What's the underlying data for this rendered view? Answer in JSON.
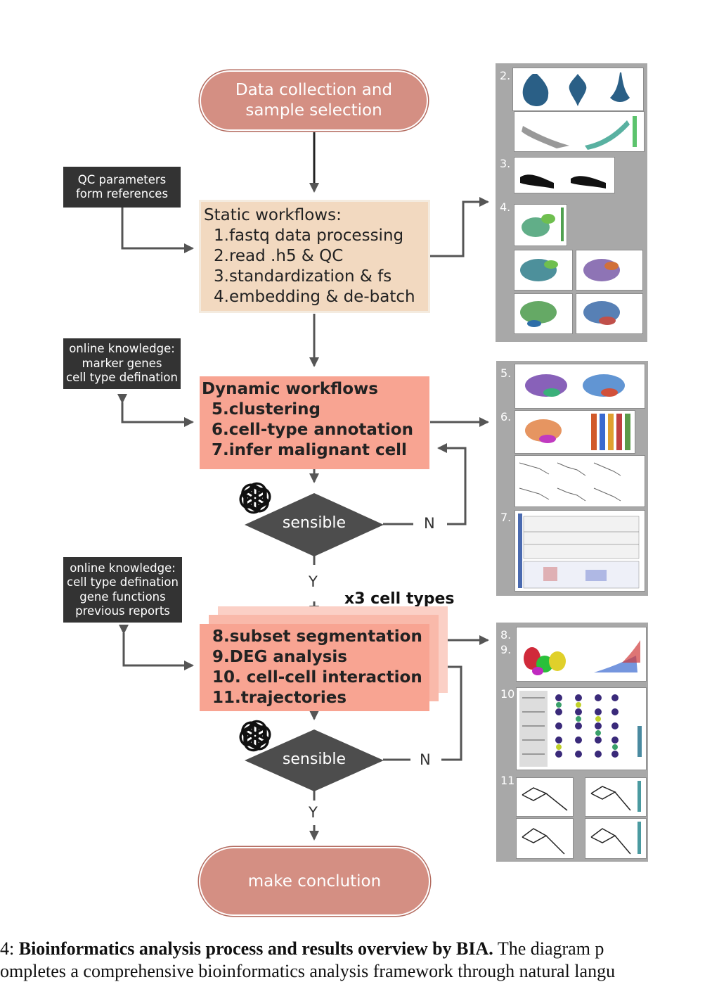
{
  "start_node": {
    "line1": "Data collection and",
    "line2": "sample selection"
  },
  "qc_box": {
    "line1": "QC parameters",
    "line2": "form references"
  },
  "static_box": {
    "title": "Static workflows:",
    "steps": [
      "1.fastq data processing",
      "2.read .h5 & QC",
      "3.standardization & fs",
      "4.embedding & de-batch"
    ]
  },
  "online_box_1": {
    "lines": [
      "online knowledge:",
      "marker genes",
      "cell type defination"
    ]
  },
  "dynamic_box": {
    "title": "Dynamic workflows",
    "steps": [
      "5.clustering",
      "6.cell-type annotation",
      "7.infer malignant cell"
    ]
  },
  "decision_1": {
    "label": "sensible",
    "no": "N",
    "yes": "Y"
  },
  "online_box_2": {
    "lines": [
      "online knowledge:",
      "cell type defination",
      "gene functions",
      "previous reports"
    ]
  },
  "multiplier_label": "x3 cell types",
  "subset_box": {
    "steps": [
      "8.subset segmentation",
      "9.DEG analysis",
      "10. cell-cell interaction",
      "11.trajectories"
    ]
  },
  "decision_2": {
    "label": "sensible",
    "no": "N",
    "yes": "Y"
  },
  "end_node": {
    "label": "make conclution"
  },
  "result_panels": {
    "panel_a": [
      "2.",
      "3.",
      "4."
    ],
    "panel_b": [
      "5.",
      "6.",
      "7."
    ],
    "panel_c": [
      "8.",
      "9.",
      "10.",
      "11."
    ]
  },
  "caption": {
    "line1_prefix": "4: ",
    "line1_bold": "Bioinformatics analysis process and results overview by BIA.",
    "line1_rest": " The diagram p",
    "line2": "ompletes a comprehensive bioinformatics analysis framework through natural langu"
  },
  "colors": {
    "terminal": "#d48f83",
    "static": "#f2d9c0",
    "dynamic": "#f8a492",
    "dark": "#333333",
    "decision": "#4d4d4d",
    "panel": "#a8a8a8"
  },
  "icons": [
    "openai-logo-icon"
  ]
}
